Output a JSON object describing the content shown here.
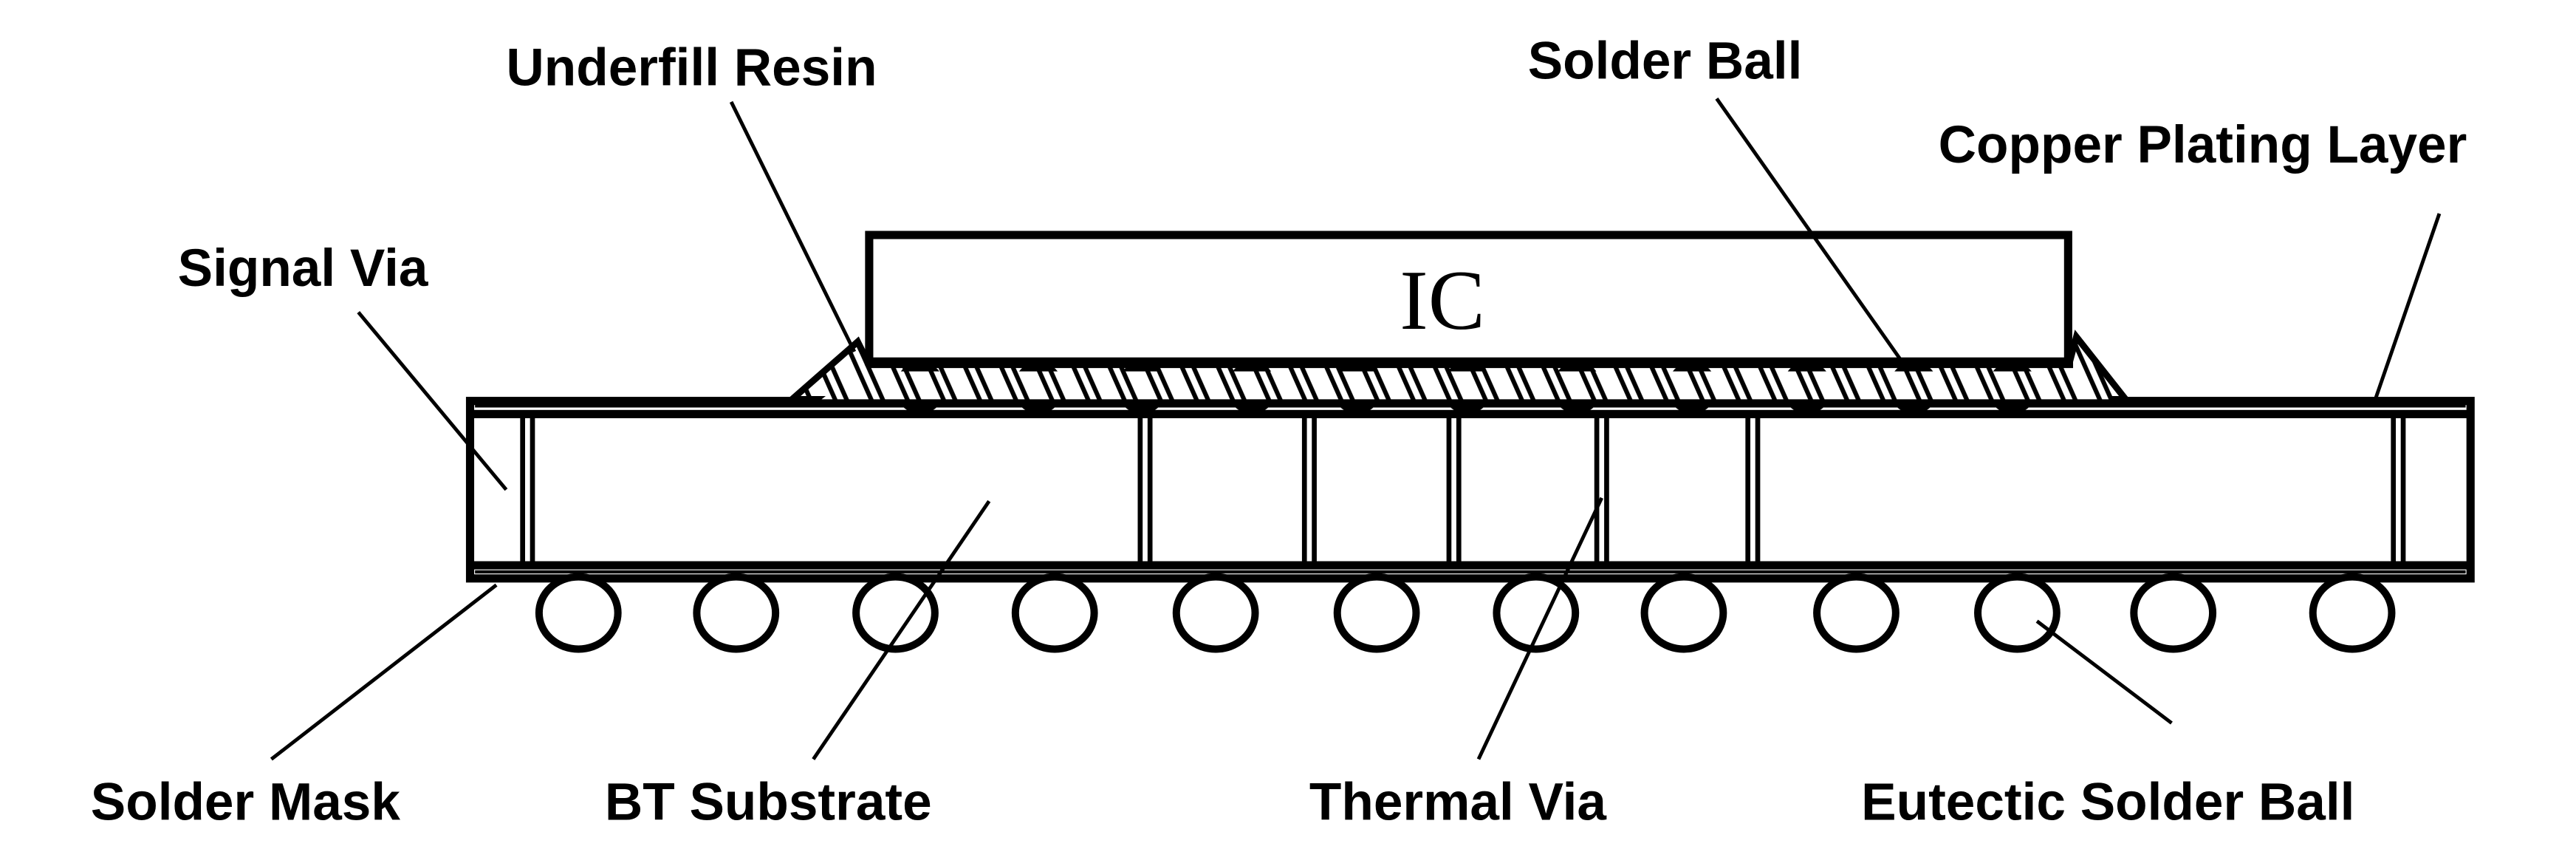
{
  "diagram": {
    "chip_label": "IC",
    "labels": {
      "underfill_resin": "Underfill Resin",
      "solder_ball": "Solder Ball",
      "copper_plating_layer": "Copper Plating Layer",
      "signal_via": "Signal Via",
      "solder_mask": "Solder Mask",
      "bt_substrate": "BT Substrate",
      "thermal_via": "Thermal Via",
      "eutectic_solder_ball": "Eutectic Solder Ball"
    },
    "counts": {
      "top_solder_balls": 11,
      "bottom_solder_balls": 12,
      "thermal_vias": 5
    }
  }
}
